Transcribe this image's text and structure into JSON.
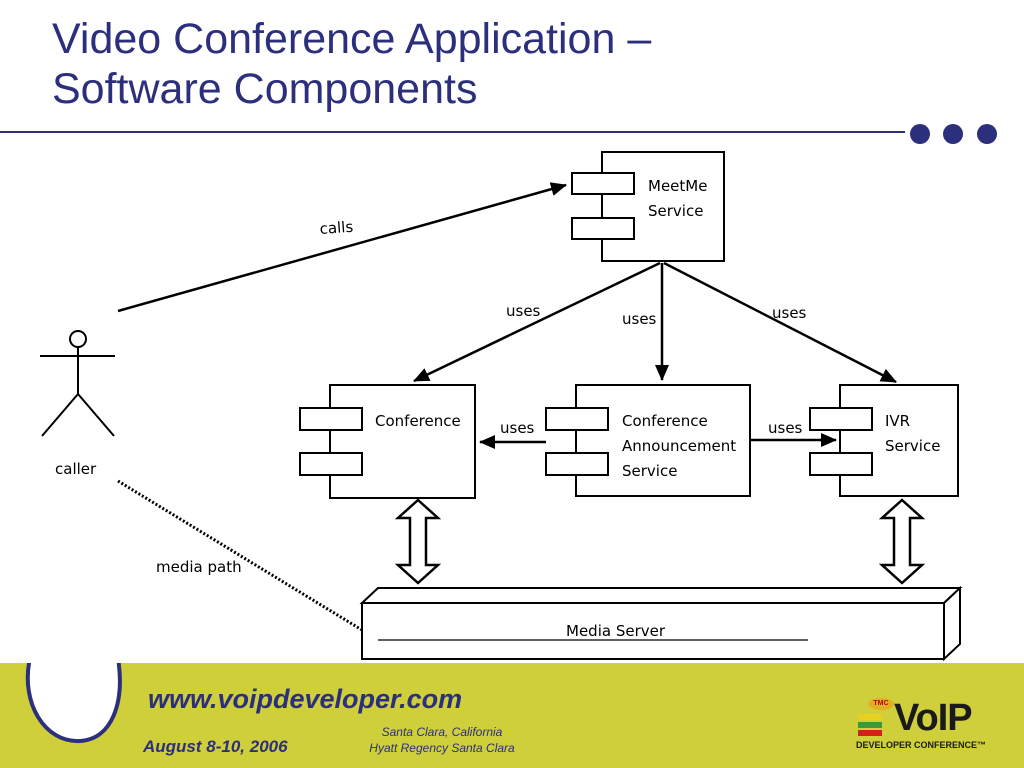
{
  "slide": {
    "title_line1": "Video Conference Application –",
    "title_line2": "Software Components",
    "accent_color": "#2b2f7c",
    "footer_color": "#cfcf3c"
  },
  "diagram": {
    "components": {
      "meetme": [
        "MeetMe",
        "Service"
      ],
      "conference": [
        "Conference"
      ],
      "announcement": [
        "Conference",
        "Announcement",
        "Service"
      ],
      "ivr": [
        "IVR",
        "Service"
      ],
      "media_server": "Media Server"
    },
    "actor": "caller",
    "edge_labels": {
      "calls": "calls",
      "uses_conference": "uses",
      "uses_announcement": "uses",
      "uses_ivr": "uses",
      "uses_ann_conf": "uses",
      "uses_ann_ivr": "uses",
      "media_path": "media path"
    }
  },
  "footer": {
    "url": "www.voipdeveloper.com",
    "dates": "August 8-10, 2006",
    "venue_line1": "Santa Clara, California",
    "venue_line2": "Hyatt Regency Santa Clara",
    "logo_badge": "TMC",
    "logo_text": "VoIP",
    "logo_subtext": "DEVELOPER CONFERENCE™"
  }
}
